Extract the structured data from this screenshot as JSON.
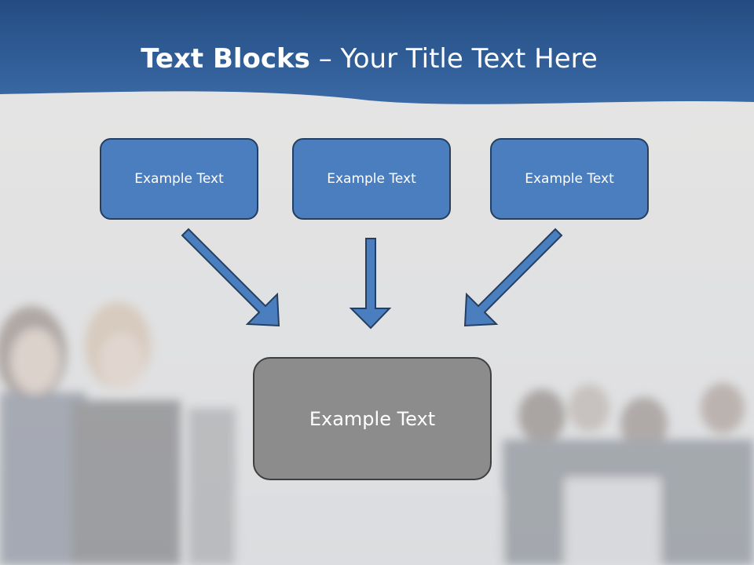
{
  "slide": {
    "title_bold": "Text Blocks",
    "title_rest": " – Your Title Text Here",
    "top_boxes": [
      {
        "label": "Example Text"
      },
      {
        "label": "Example Text"
      },
      {
        "label": "Example Text"
      }
    ],
    "bottom_box": {
      "label": "Example Text"
    }
  },
  "colors": {
    "header_blue": "#2e5a93",
    "box_blue": "#4a7ebf",
    "box_border": "#243f60",
    "bottom_box": "#8c8c8c",
    "arrow_fill": "#4a7ebf"
  }
}
